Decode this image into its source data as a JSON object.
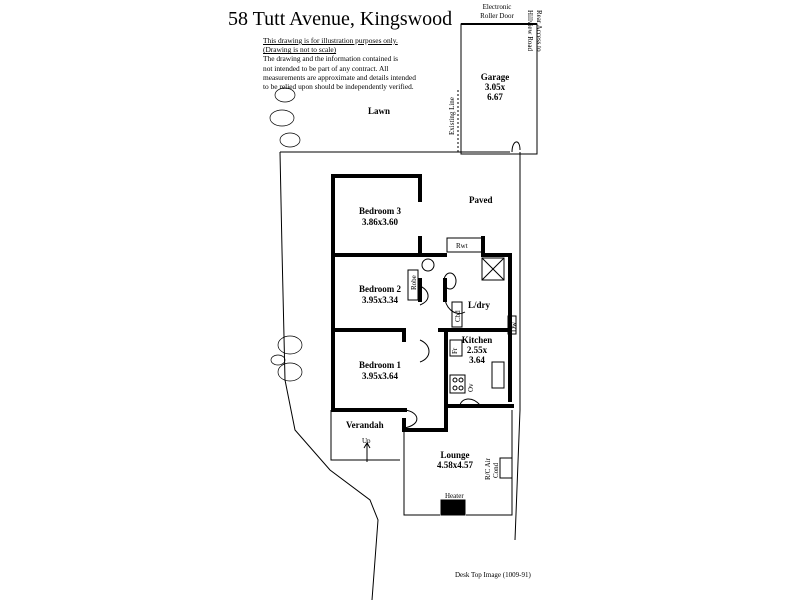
{
  "title": "58 Tutt Avenue, Kingswood",
  "disclaimer": {
    "line1": "This drawing is for illustration purposes only.",
    "line2": "(Drawing is not to scale)",
    "line3": "The drawing and the information contained is",
    "line4": "not intended to be part of any contract.  All",
    "line5": "measurements are approximate and details intended",
    "line6": "to be relied upon should be independently verified."
  },
  "labels": {
    "electronic": "Electronic",
    "roller_door": "Roller Door",
    "rear_access_1": "Rear Access to",
    "rear_access_2": "Hillview Road",
    "garage": "Garage",
    "garage_dim1": "3.05x",
    "garage_dim2": "6.67",
    "lawn": "Lawn",
    "existing_line": "Existing Line",
    "paved": "Paved",
    "bedroom3": "Bedroom 3",
    "bedroom3_dim": "3.86x3.60",
    "rwt": "Rwt",
    "bedroom2": "Bedroom 2",
    "bedroom2_dim": "3.95x3.34",
    "robe": "Robe",
    "ldry": "L/dry",
    "cbd": "Cbd",
    "kitchen": "Kitchen",
    "kitchen_dim1": "2.55x",
    "kitchen_dim2": "3.64",
    "fr": "Fr",
    "ov": "Ov",
    "dw": "Dw",
    "bedroom1": "Bedroom 1",
    "bedroom1_dim": "3.95x3.64",
    "verandah": "Verandah",
    "up": "Up",
    "lounge": "Lounge",
    "lounge_dim": "4.58x4.57",
    "rc_air_1": "R/C Air",
    "rc_air_2": "Cond",
    "heater": "Heater"
  },
  "footer": "Desk Top Image (1009-91)"
}
